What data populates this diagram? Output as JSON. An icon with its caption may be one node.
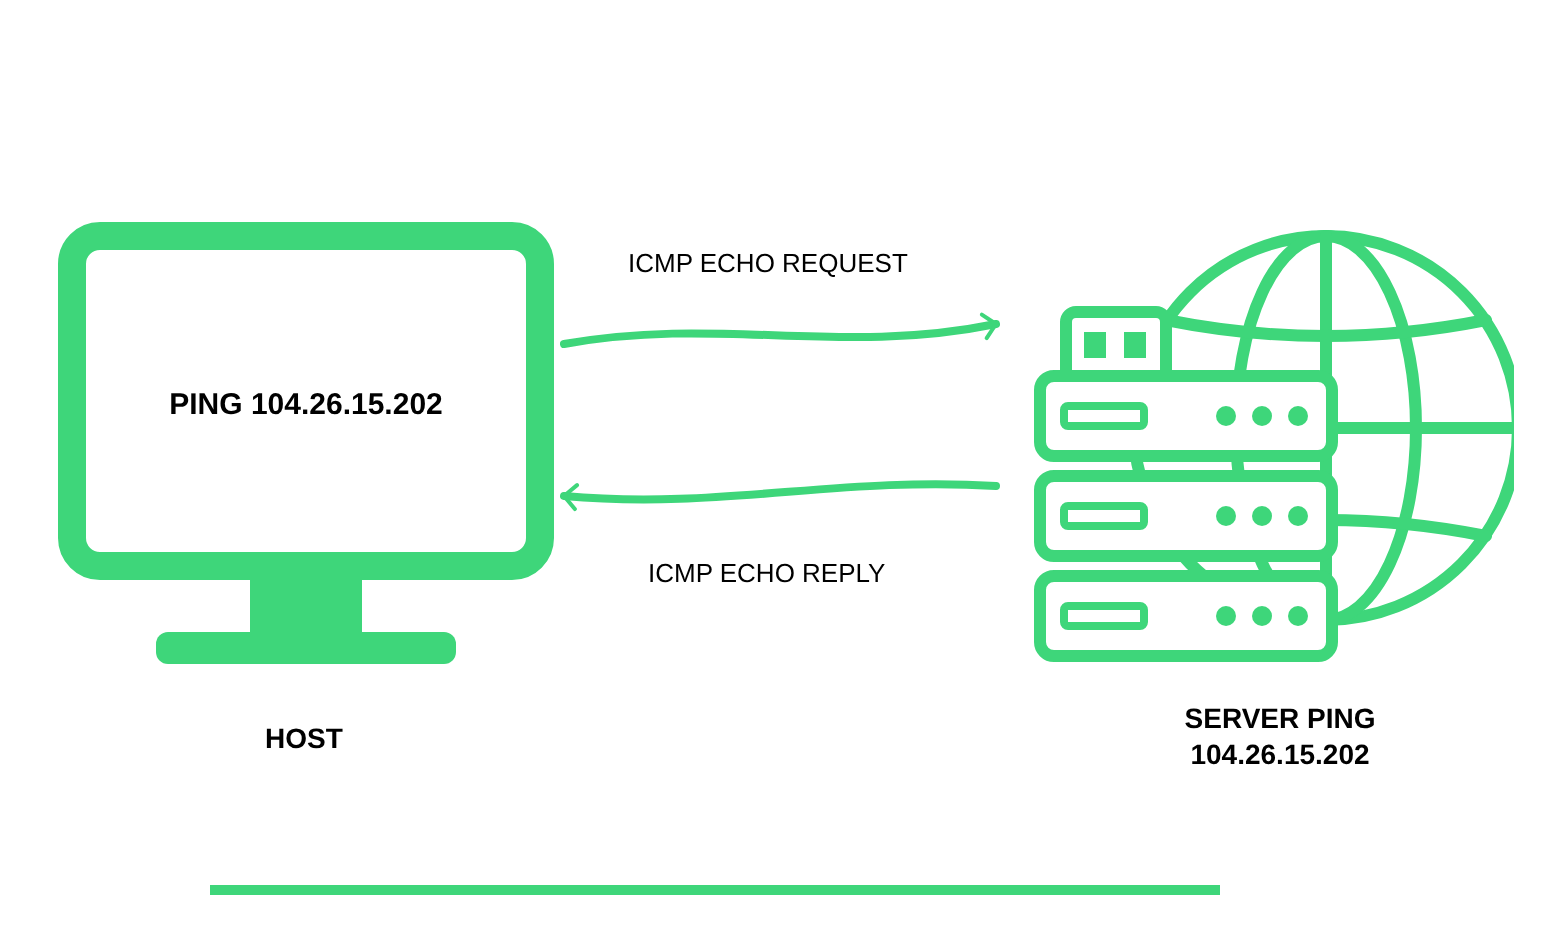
{
  "diagram": {
    "nodes": [
      {
        "text": [
          "PING 104.26.15.202"
        ],
        "beside": [
          "HOST"
        ]
      },
      {
        "text": [],
        "shape": "server",
        "beside": [
          "SERVER PING 104.26.15.202"
        ]
      }
    ],
    "edges": [
      {
        "from": 0,
        "to": 1,
        "arrow": "to",
        "label": "ICMP ECHO REQUEST"
      },
      {
        "from": 1,
        "to": 0,
        "arrow": "to",
        "label": "ICMP ECHO REPLY"
      }
    ]
  }
}
